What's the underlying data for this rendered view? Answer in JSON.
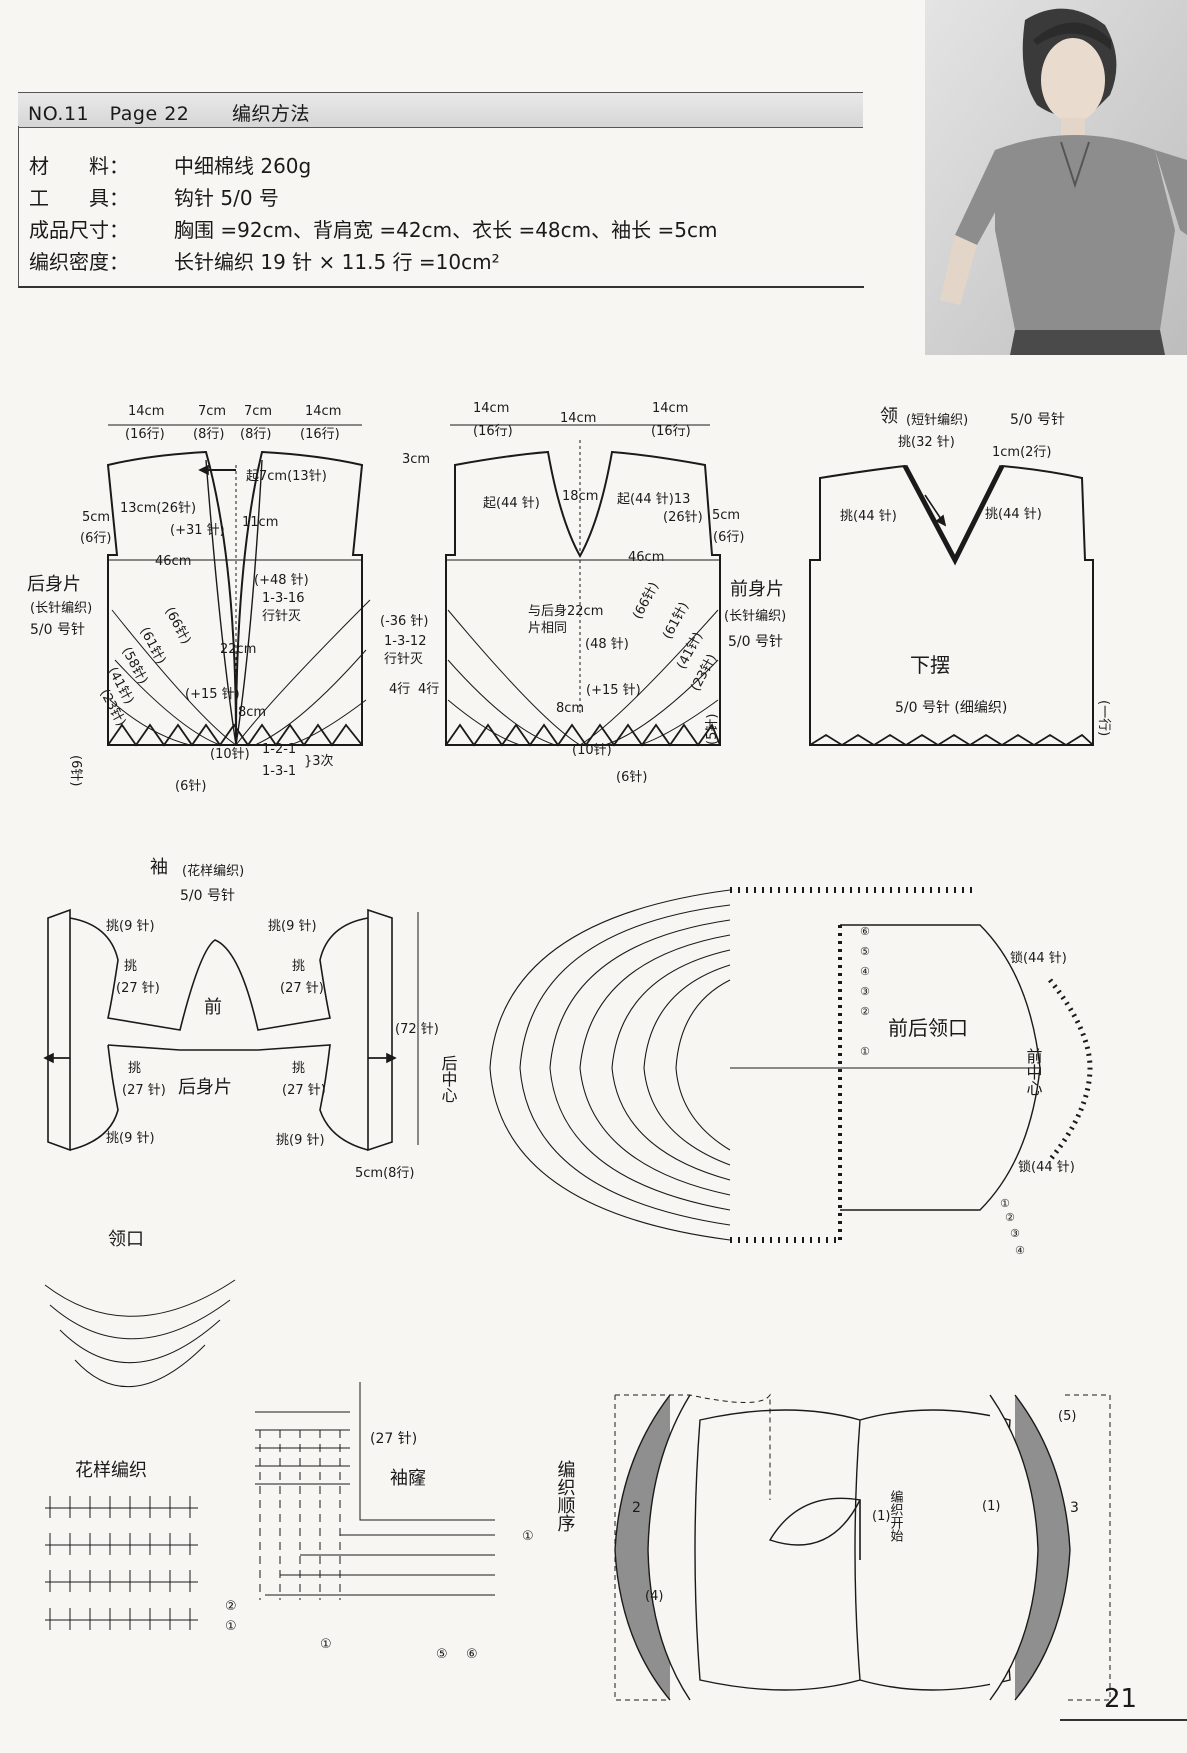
{
  "header": {
    "pattern_no": "NO.11",
    "page_ref": "Page 22",
    "title": "编织方法"
  },
  "specs": [
    {
      "label": "材　　料：",
      "value": "中细棉线 260g"
    },
    {
      "label": "工　　具：",
      "value": "钩针 5/0 号"
    },
    {
      "label": "成品尺寸：",
      "value": "胸围 =92cm、背肩宽 =42cm、衣长 =48cm、袖长 =5cm"
    },
    {
      "label": "编织密度：",
      "value": "长针编织 19 针 × 11.5 行 =10cm²"
    }
  ],
  "back_piece": {
    "name": "后身片",
    "technique": "(长针编织)",
    "hook": "5/0 号针",
    "top_dims": [
      "14cm",
      "7cm",
      "7cm",
      "14cm"
    ],
    "top_rows": [
      "(16行)",
      "(8行)",
      "(8行)",
      "(16行)"
    ],
    "labels": [
      "3cm",
      "起7cm(13针)",
      "13cm(26针)",
      "(+31 针)",
      "11cm",
      "5cm",
      "(6行)",
      "46cm",
      "(+48 针)",
      "1-3-16",
      "行针灭",
      "22cm",
      "(66针)",
      "(61针)",
      "(58针)",
      "(41针)",
      "(23针)",
      "(+15 针)",
      "8cm",
      "(10针)",
      "(6针)",
      "(6针)",
      "1-2-1",
      "1-3-1",
      "}3次"
    ]
  },
  "front_piece": {
    "name": "前身片",
    "technique": "(长针编织)",
    "hook": "5/0 号针",
    "top_dims": [
      "14cm",
      "14cm",
      "14cm"
    ],
    "top_rows": [
      "(16行)",
      "(16行)"
    ],
    "labels": [
      "18cm",
      "起(44 针)",
      "起(44 针)13",
      "(26针)",
      "5cm",
      "(6行)",
      "46cm",
      "与后身22cm",
      "片相同",
      "(48 针)",
      "(+15 针)",
      "8cm",
      "(-36 针)",
      "1-3-12",
      "行针灭",
      "4行",
      "4行",
      "(66针)",
      "(61针)",
      "(41针)",
      "(23针)",
      "(10针)",
      "(6针)",
      "(5针)"
    ]
  },
  "collar": {
    "name": "领",
    "technique": "(短针编织)",
    "hook": "5/0 号针",
    "pick": "挑(32 针)",
    "width": "1cm(2行)",
    "left": "挑(44 针)",
    "right": "挑(44 针)",
    "hem": "下摆",
    "hem_note": "5/0 号针 (细编织)",
    "side": "(一行)"
  },
  "sleeve": {
    "name": "袖",
    "technique": "(花样编织)",
    "hook": "5/0 号针",
    "front": "前",
    "back": "后身片",
    "labels": [
      "挑(9 针)",
      "挑(9 针)",
      "挑",
      "(27 针)",
      "挑",
      "(27 针)",
      "(72 针)",
      "挑",
      "(27 针)",
      "挑",
      "(27 针)",
      "挑(9 针)",
      "挑(9 针)",
      "5cm(8行)"
    ]
  },
  "neck_chart": {
    "title": "前后领口",
    "back_center": "后中心",
    "front_center": "前中心",
    "chain_top": "锁(44 针)",
    "chain_bottom": "锁(44 针)",
    "rounds": [
      "⑥",
      "⑤",
      "④",
      "③",
      "②",
      "①"
    ],
    "rounds2": [
      "①",
      "②",
      "③",
      "④"
    ]
  },
  "neckline_small": {
    "title": "领口"
  },
  "pattern_stitch": {
    "title": "花样编织",
    "rows": [
      "②",
      "①"
    ]
  },
  "cuff": {
    "title": "袖窿",
    "count": "(27 针)",
    "markers": [
      "①",
      "①",
      "⑤",
      "⑥"
    ]
  },
  "order": {
    "title": "编织顺序",
    "start": "编织开始",
    "parts": [
      "(1)",
      "(1)",
      "2",
      "3",
      "(4)",
      "(5)"
    ]
  },
  "page_number": "21",
  "colors": {
    "shade": "#8f8f8f",
    "ink": "#1a1a1a",
    "paper": "#f7f6f3"
  }
}
